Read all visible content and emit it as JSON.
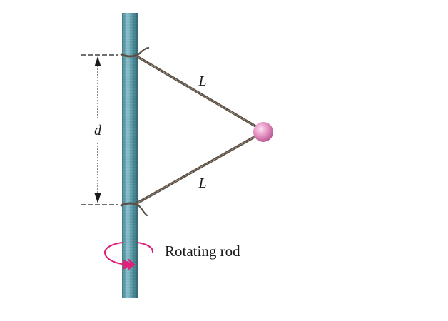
{
  "labels": {
    "upper_string": "L",
    "lower_string": "L",
    "separation": "d",
    "rod_caption": "Rotating rod"
  },
  "colors": {
    "rod": "#5b9aa8",
    "rod_dark": "#3c7886",
    "string": "#5a5046",
    "ball": "#e89ac8",
    "rotation_arrow": "#e0217a",
    "dimension": "#1a1a1a"
  }
}
